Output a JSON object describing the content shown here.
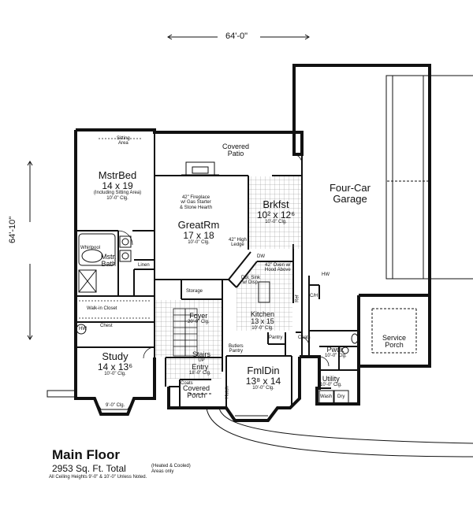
{
  "overall": {
    "width": "64'-0\"",
    "depth": "64'-10\""
  },
  "rooms": {
    "sitting": {
      "name": "Sitting",
      "name2": "Area"
    },
    "patio": {
      "name": "Covered",
      "name2": "Patio"
    },
    "mstrbed": {
      "name": "MstrBed",
      "dim": "14 x 19",
      "note": "(Including Sitting Area)",
      "clg": "10'-0\" Clg."
    },
    "fireplace": {
      "l1": "42\" Fireplace",
      "l2": "w/ Gas Starter",
      "l3": "& Stone Hearth"
    },
    "brkfst": {
      "name": "Brkfst",
      "dim": "10² x 12⁶",
      "clg": "10'-0\" Clg."
    },
    "garage": {
      "name": "Four-Car",
      "name2": "Garage"
    },
    "greatrm": {
      "name": "GreatRm",
      "dim": "17 x 18",
      "clg": "10'-0\" Clg."
    },
    "ledge": {
      "l1": "42\" High",
      "l2": "Ledge"
    },
    "mstrbath": {
      "name": "Mstr.",
      "name2": "Bath"
    },
    "whirlpool": {
      "name": "Whirlpool"
    },
    "linen": {
      "name": "Linen"
    },
    "oven": {
      "l1": "42\" Oven w/",
      "l2": "Hood Above"
    },
    "dw": {
      "name": "DW"
    },
    "dblsink": {
      "l1": "Dbl. Sink",
      "l2": "w/ Disp."
    },
    "storage": {
      "name": "Storage"
    },
    "walkin": {
      "name": "Walk-in Closet"
    },
    "chest": {
      "name": "Chest"
    },
    "ref": {
      "name": "Ref"
    },
    "ch": {
      "name": "C/H"
    },
    "hw": {
      "name": "HW"
    },
    "hw2": {
      "name": "HW"
    },
    "foyer": {
      "name": "Foyer",
      "clg": "20'-0\" Clg."
    },
    "kitchen": {
      "name": "Kitchen",
      "dim": "13 x 15",
      "clg": "10'-0\" Clg."
    },
    "butlers": {
      "l1": "Butlers",
      "l2": "Pantry"
    },
    "pantry": {
      "name": "Pantry"
    },
    "coats": {
      "name": "Coats"
    },
    "coats2": {
      "name": "Coats"
    },
    "serviceporch": {
      "name": "Service",
      "name2": "Porch"
    },
    "stairs": {
      "name": "Stairs",
      "dir": "UP"
    },
    "study": {
      "name": "Study",
      "dim": "14 x 13⁶",
      "clg": "10'-0\" Clg."
    },
    "entry": {
      "name": "Entry",
      "clg": "18'-0\" Clg."
    },
    "fmldin": {
      "name": "FmlDin",
      "dim": "13⁸ x 14",
      "clg": "10'-0\" Clg."
    },
    "pwdr": {
      "name": "Pwdr.",
      "clg": "10'-0\" Clg."
    },
    "utility": {
      "name": "Utility",
      "clg": "10'-0\" Clg."
    },
    "wash": {
      "name": "Wash"
    },
    "dry": {
      "name": "Dry"
    },
    "covporch": {
      "name": "Covered",
      "name2": "Porch"
    },
    "hutch": {
      "name": "Hutch"
    },
    "study_bay": {
      "clg": "9'-0\" Clg."
    }
  },
  "footer": {
    "title": "Main Floor",
    "total": "2953 Sq. Ft. Total",
    "note1": "(Heated & Cooled)",
    "note2": "Areas only",
    "ceilings": "All Ceiling Heights 9'-0\" & 10'-0\" Unless Noted."
  }
}
